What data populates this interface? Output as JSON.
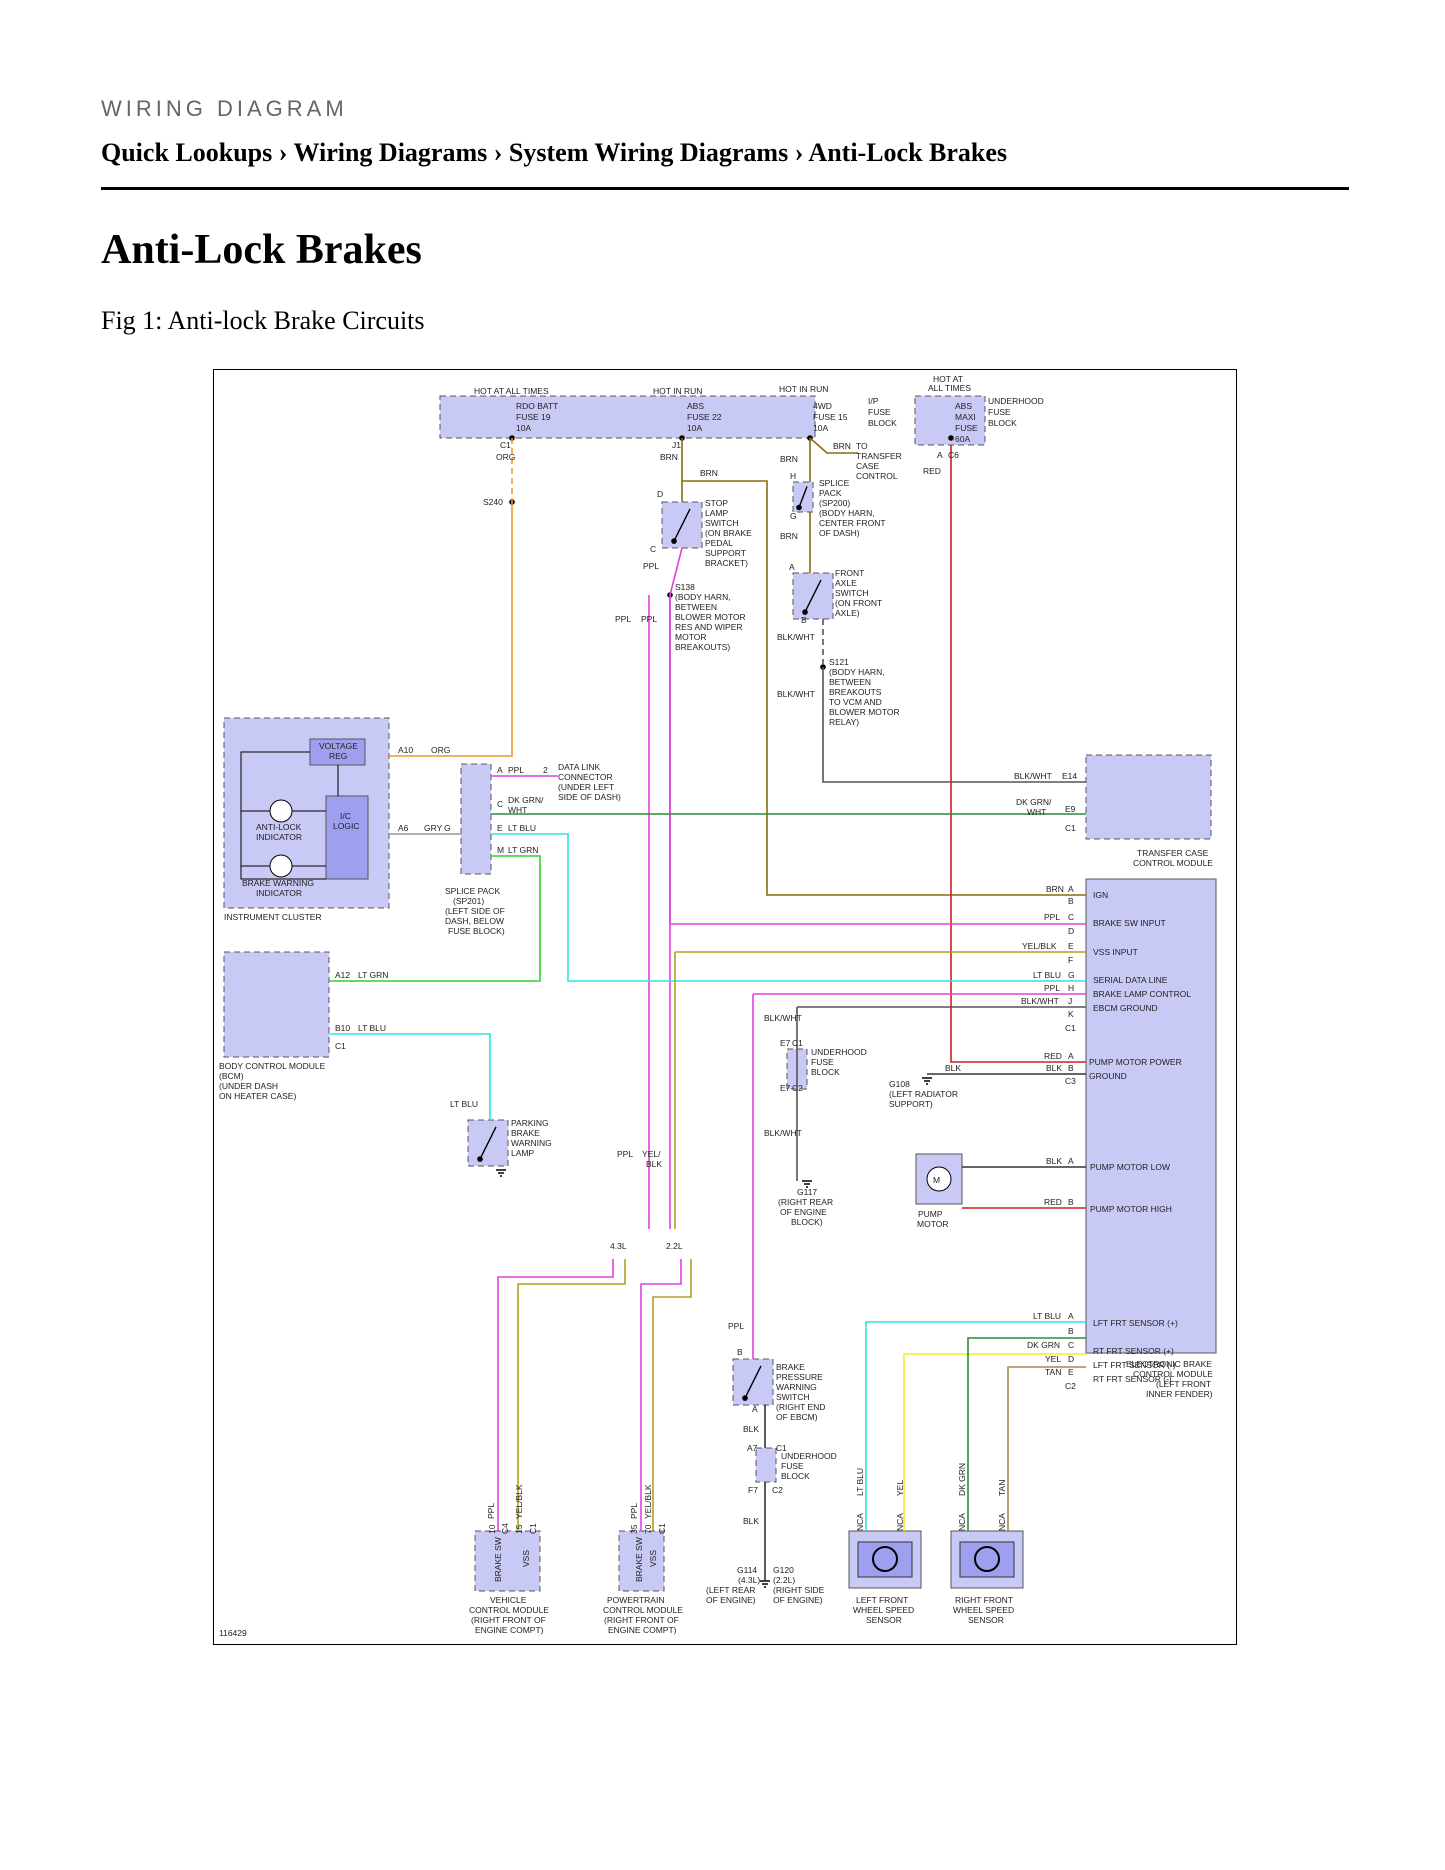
{
  "header": {
    "kicker": "WIRING DIAGRAM",
    "breadcrumbs": [
      "Quick Lookups",
      "Wiring Diagrams",
      "System Wiring Diagrams",
      "Anti-Lock Brakes"
    ],
    "separator": " › "
  },
  "page_title": "Anti-Lock Brakes",
  "figure_caption": "Fig 1: Anti-lock Brake Circuits",
  "diagram": {
    "figure_id": "116429",
    "colors": {
      "component_fill": "#c9c9f5",
      "component_fill_dark": "#9f9ff0",
      "ORG": "#e89a2c",
      "BRN": "#8a6a10",
      "PPL": "#e040e0",
      "LT_BLU": "#30e0e0",
      "LT_GRN": "#30d030",
      "DK_GRN": "#2e8b3a",
      "YEL_BLK": "#b0a020",
      "YEL": "#f0f020",
      "RED": "#d02020",
      "BLK": "#333333",
      "GRY": "#999999",
      "TAN": "#a08a50",
      "BLK_WHT": "#555555"
    },
    "labels": {
      "hot_all_times_1": "HOT AT ALL TIMES",
      "hot_in_run_1": "HOT IN RUN",
      "hot_in_run_2": "HOT IN RUN",
      "hot_at": "HOT AT",
      "all_times": "ALL TIMES",
      "rdo_batt": "RDO BATT",
      "fuse_19": "FUSE 19",
      "a10_1": "10A",
      "abs": "ABS",
      "fuse_22": "FUSE 22",
      "a10_2": "10A",
      "wd4": "4WD",
      "fuse_15": "FUSE 15",
      "a10_3": "10A",
      "ip": "I/P",
      "fuse": "FUSE",
      "block": "BLOCK",
      "abs2": "ABS",
      "maxi": "MAXI",
      "fuse2": "FUSE",
      "a60": "60A",
      "underhood": "UNDERHOOD",
      "fuse3": "FUSE",
      "block3": "BLOCK",
      "c1_top": "C1",
      "j1": "J1",
      "org1": "ORG",
      "brn1": "BRN",
      "brn2": "BRN",
      "brn3": "BRN",
      "brn4": "BRN",
      "to": "TO",
      "transfer": "TRANSFER",
      "case": "CASE",
      "control": "CONTROL",
      "a_c6": "A",
      "c6": "C6",
      "red1": "RED",
      "s240": "S240",
      "d_stop": "D",
      "c_stop": "C",
      "stop1": "STOP",
      "stop2": "LAMP",
      "stop3": "SWITCH",
      "stop4": "(ON BRAKE",
      "stop5": "PEDAL",
      "stop6": "SUPPORT",
      "stop7": "BRACKET)",
      "h_sp": "H",
      "g_sp": "G",
      "sp1": "SPLICE",
      "sp2": "PACK",
      "sp3": "(SP200)",
      "sp4": "(BODY HARN,",
      "sp5": "CENTER FRONT",
      "sp6": "OF DASH)",
      "brn5": "BRN",
      "ppl1": "PPL",
      "s138_1": "S138",
      "s138_2": "(BODY HARN,",
      "s138_3": "BETWEEN",
      "s138_4": "BLOWER MOTOR",
      "s138_5": "RES AND WIPER",
      "s138_6": "MOTOR",
      "s138_7": "BREAKOUTS)",
      "ppl2": "PPL",
      "ppl3": "PPL",
      "a_fa": "A",
      "b_fa": "B",
      "fa1": "FRONT",
      "fa2": "AXLE",
      "fa3": "SWITCH",
      "fa4": "(ON FRONT",
      "fa5": "AXLE)",
      "blkwht1": "BLK/WHT",
      "blkwht2": "BLK/WHT",
      "s121_1": "S121",
      "s121_2": "(BODY HARN,",
      "s121_3": "BETWEEN",
      "s121_4": "BREAKOUTS",
      "s121_5": "TO VCM AND",
      "s121_6": "BLOWER MOTOR",
      "s121_7": "RELAY)",
      "voltage": "VOLTAGE",
      "reg": "REG",
      "ic": "I/C",
      "logic": "LOGIC",
      "antilock1": "ANTI-LOCK",
      "antilock2": "INDICATOR",
      "bw1": "BRAKE WARNING",
      "bw2": "INDICATOR",
      "instrument_cluster": "INSTRUMENT CLUSTER",
      "a10_pin": "A10",
      "org2": "ORG",
      "a6_pin": "A6",
      "gry": "GRY",
      "g_pin": "G",
      "a_pin": "A",
      "ppl_a": "PPL",
      "two": "2",
      "dlc1": "DATA LINK",
      "dlc2": "CONNECTOR",
      "dlc3": "(UNDER LEFT",
      "dlc4": "SIDE OF DASH)",
      "c_pin": "C",
      "dkgrn_a": "DK GRN/",
      "wht_a": "WHT",
      "e_pin": "E",
      "ltblu_a": "LT BLU",
      "m_pin": "M",
      "ltgrn_a": "LT GRN",
      "sp201_1": "SPLICE PACK",
      "sp201_2": "(SP201)",
      "sp201_3": "(LEFT SIDE OF",
      "sp201_4": "DASH, BELOW",
      "sp201_5": "FUSE BLOCK)",
      "blkwht_e14": "BLK/WHT",
      "e14": "E14",
      "dkgrn_e9": "DK GRN/",
      "wht_e9": "WHT",
      "e9": "E9",
      "c1_tc": "C1",
      "tccm1": "TRANSFER CASE",
      "tccm2": "CONTROL MODULE",
      "brn_a": "BRN",
      "pin_a1": "A",
      "pin_b1": "B",
      "ppl_c": "PPL",
      "pin_c1": "C",
      "pin_d1": "D",
      "yelblk_e": "YEL/BLK",
      "pin_e1": "E",
      "pin_f1": "F",
      "ltblu_g": "LT BLU",
      "pin_g1": "G",
      "ppl_h": "PPL",
      "pin_h1": "H",
      "blkwht_j": "BLK/WHT",
      "pin_j1": "J",
      "pin_k1": "K",
      "c1_ebcm": "C1",
      "ign": "IGN",
      "brake_sw_input": "BRAKE SW INPUT",
      "vss_input": "VSS INPUT",
      "serial_data": "SERIAL DATA LINE",
      "brake_lamp_ctrl": "BRAKE LAMP CONTROL",
      "ebcm_ground": "EBCM GROUND",
      "a12": "A12",
      "ltgrn_bcm": "LT GRN",
      "b10": "B10",
      "ltblu_bcm": "LT BLU",
      "c1_bcm": "C1",
      "bcm1": "BODY CONTROL MODULE",
      "bcm2": "(BCM)",
      "bcm3": "(UNDER DASH",
      "bcm4": "ON HEATER CASE)",
      "blkwht_e7": "BLK/WHT",
      "e7a": "E7",
      "c1_uf": "C1",
      "uf1": "UNDERHOOD",
      "uf2": "FUSE",
      "uf3": "BLOCK",
      "e7b": "E7",
      "c2_uf": "C2",
      "red_a": "RED",
      "pin_a_c3": "A",
      "blk_b": "BLK",
      "pin_b_c3": "B",
      "c3": "C3",
      "blk_g108": "BLK",
      "g108_1": "G108",
      "g108_2": "(LEFT RADIATOR",
      "g108_3": "SUPPORT)",
      "pump_motor_power": "PUMP MOTOR POWER",
      "ground": "GROUND",
      "ltblu_pb": "LT BLU",
      "pb1": "PARKING",
      "pb2": "BRAKE",
      "pb3": "WARNING",
      "pb4": "LAMP",
      "blkwht_g117": "BLK/WHT",
      "g117_1": "G117",
      "g117_2": "(RIGHT REAR",
      "g117_3": "OF ENGINE",
      "g117_4": "BLOCK)",
      "blk_pm": "BLK",
      "pin_a_pm": "A",
      "pump_motor_low": "PUMP MOTOR LOW",
      "red_pm": "RED",
      "pin_b_pm": "B",
      "pump_motor_high": "PUMP MOTOR HIGH",
      "m": "M",
      "pump1": "PUMP",
      "pump2": "MOTOR",
      "ppl_v": "PPL",
      "yel_v": "YEL/",
      "blk_v": "BLK",
      "l43": "4.3L",
      "l22": "2.2L",
      "ltblu_wa": "LT BLU",
      "pin_wa": "A",
      "pin_wb": "B",
      "dkgrn_wc": "DK GRN",
      "pin_wc": "C",
      "yel_wd": "YEL",
      "pin_wd": "D",
      "tan_we": "TAN",
      "pin_we": "E",
      "c2_ebcm": "C2",
      "lft_pos": "LFT FRT SENSOR (+)",
      "rt_pos": "RT FRT SENSOR (+)",
      "lft_neg": "LFT FRT SENSOR (-)",
      "rt_neg": "RT FRT SENSOR (-)",
      "ebcm1": "ELECTRONIC BRAKE",
      "ebcm2": "CONTROL MODULE",
      "ebcm3": "(LEFT FRONT",
      "ebcm4": "INNER FENDER)",
      "ppl_bp": "PPL",
      "b_bp": "B",
      "bp1": "BRAKE",
      "bp2": "PRESSURE",
      "bp3": "WARNING",
      "bp4": "SWITCH",
      "bp5": "(RIGHT END",
      "bp6": "OF EBCM)",
      "a_bp": "A",
      "blk_bp": "BLK",
      "a7": "A7",
      "c1_uf2": "C1",
      "uf2_1": "UNDERHOOD",
      "uf2_2": "FUSE",
      "uf2_3": "BLOCK",
      "f7": "F7",
      "c2_uf2": "C2",
      "blk_g114": "BLK",
      "g114_1": "G114",
      "g114_2": "(4.3L)",
      "g114_3": "(LEFT REAR",
      "g114_4": "OF ENGINE)",
      "g120_1": "G120",
      "g120_2": "(2.2L)",
      "g120_3": "(RIGHT SIDE",
      "g120_4": "OF ENGINE)",
      "vcm_ppl": "PPL",
      "vcm_yelblk": "YEL/BLK",
      "vcm_10": "10",
      "vcm_c4": "C4",
      "vcm_15": "15",
      "vcm_c1": "C1",
      "vcm_brake_sw": "BRAKE SW",
      "vcm_vss": "VSS",
      "vcm1": "VEHICLE",
      "vcm2": "CONTROL MODULE",
      "vcm3": "(RIGHT FRONT OF",
      "vcm4": "ENGINE COMPT)",
      "pcm_ppl": "PPL",
      "pcm_yelblk": "YEL/BLK",
      "pcm_35": "35",
      "pcm_70": "70",
      "pcm_c1": "C1",
      "pcm_brake_sw": "BRAKE SW",
      "pcm_vss": "VSS",
      "pcm1": "POWERTRAIN",
      "pcm2": "CONTROL MODULE",
      "pcm3": "(RIGHT FRONT OF",
      "pcm4": "ENGINE COMPT)",
      "lws_ltblu": "LT BLU",
      "lws_yel": "YEL",
      "lws_nca1": "NCA",
      "lws_nca2": "NCA",
      "lws1": "LEFT FRONT",
      "lws2": "WHEEL SPEED",
      "lws3": "SENSOR",
      "rws_dkgrn": "DK GRN",
      "rws_tan": "TAN",
      "rws_nca1": "NCA",
      "rws_nca2": "NCA",
      "rws1": "RIGHT FRONT",
      "rws2": "WHEEL SPEED",
      "rws3": "SENSOR"
    }
  }
}
